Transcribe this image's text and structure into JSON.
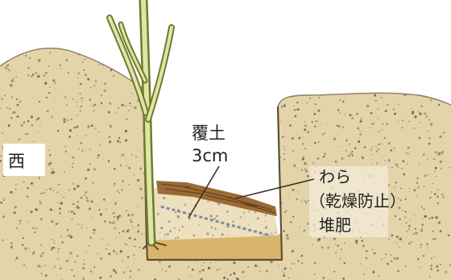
{
  "labels": {
    "west": "西",
    "cover_soil": "覆土",
    "cover_depth": "3cm",
    "straw": "わら",
    "straw_note": "（乾燥防止）",
    "compost": "堆肥"
  },
  "colors": {
    "soil": "#e4d4aa",
    "soil_speck": "#6f6552",
    "trench_bottom": "#d8b56c",
    "straw": "#9c6a36",
    "compost": "#ece0bf",
    "plant_outline": "#6d7b2c",
    "plant_fill": "#e2e4a6"
  }
}
